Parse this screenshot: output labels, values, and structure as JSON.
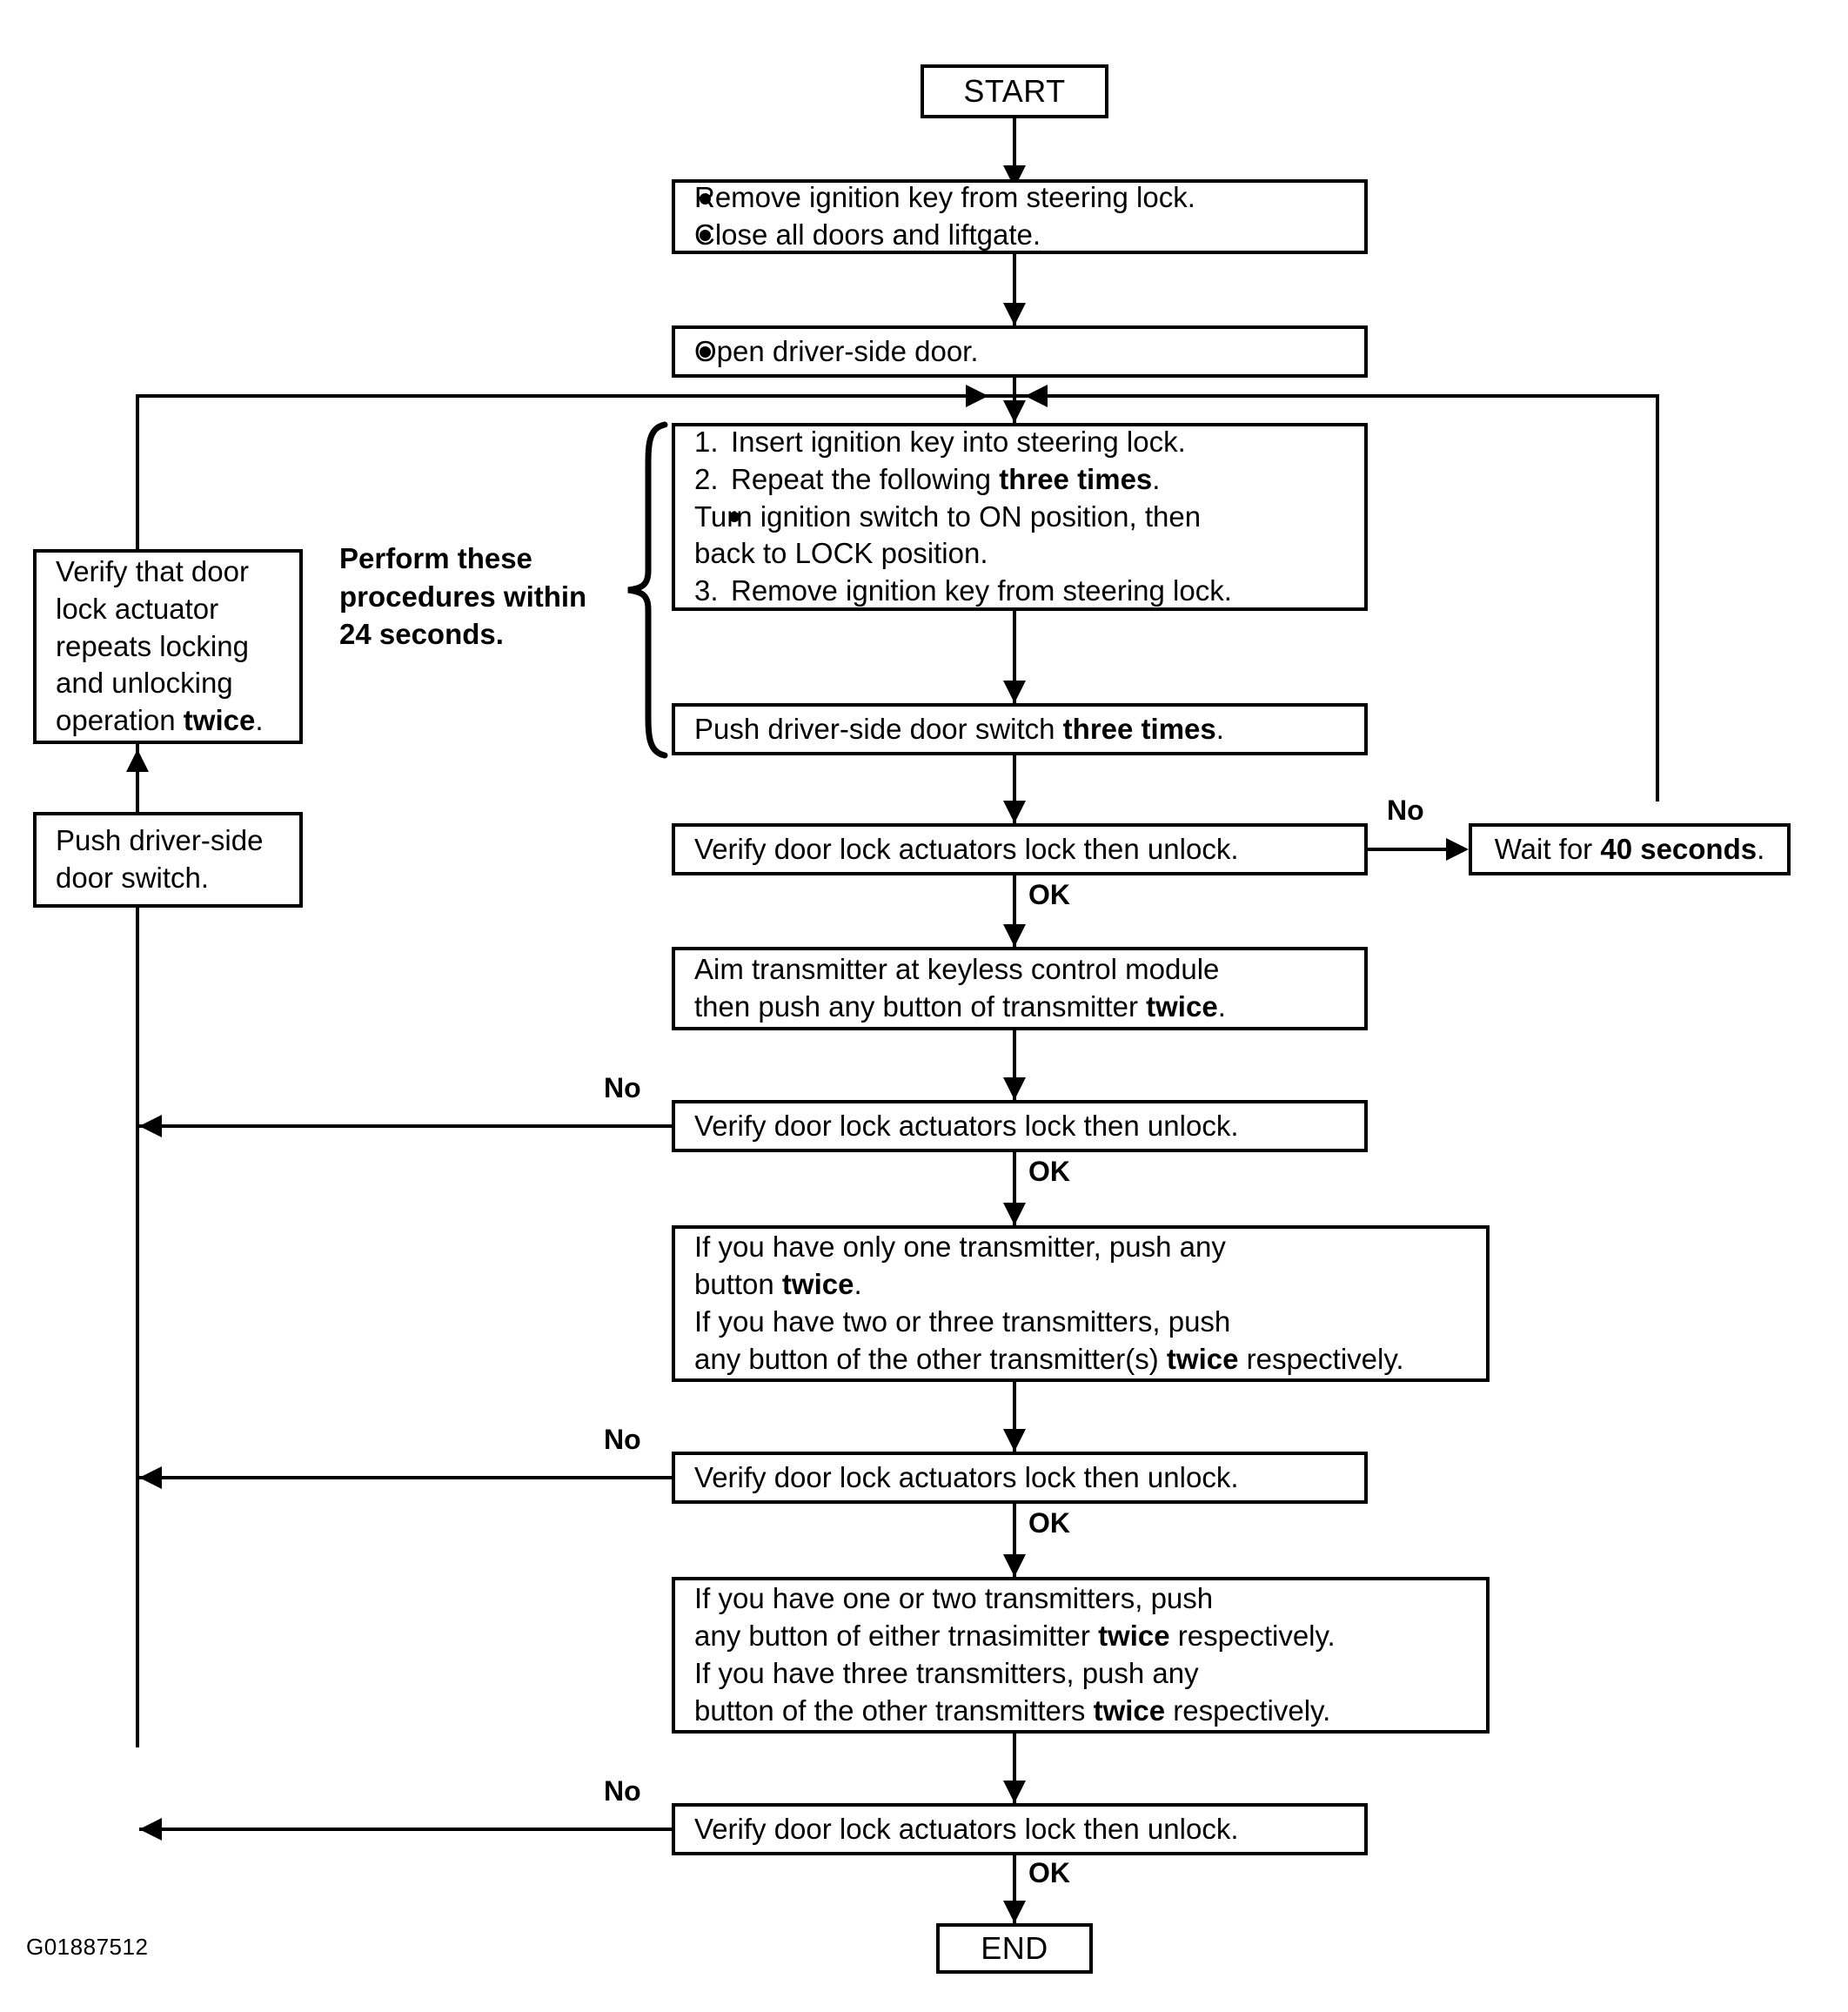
{
  "figure": {
    "id_label": "G01887512",
    "start_label": "START",
    "end_label": "END"
  },
  "note": {
    "line1": "Perform these",
    "line2": "procedures within",
    "line3": "24 seconds."
  },
  "edge_labels": {
    "ok": "OK",
    "no": "No"
  },
  "boxes": {
    "prep": {
      "line1": "Remove ignition key from steering lock.",
      "line2": "Close all doors and liftgate."
    },
    "open_door": {
      "line1": "Open driver-side door."
    },
    "procedure": {
      "item1_num": "1.",
      "item1_text": "Insert ignition key into steering lock.",
      "item2_num": "2.",
      "item2_text_a": "Repeat the following ",
      "item2_text_b": "three times",
      "item2_text_c": ".",
      "item2_sub_a": "Turn ignition switch to ON position, then",
      "item2_sub_b": "back to LOCK position.",
      "item3_num": "3.",
      "item3_text": "Remove ignition key from steering lock."
    },
    "push_switch_three": {
      "text_a": "Push driver-side door switch ",
      "text_b": "three times",
      "text_c": "."
    },
    "verify1": {
      "text": "Verify door lock actuators lock then unlock."
    },
    "wait40": {
      "text_a": "Wait for ",
      "text_b": "40 seconds",
      "text_c": "."
    },
    "aim_transmitter": {
      "line1": "Aim transmitter at keyless control module",
      "line2_a": "then push any button of transmitter ",
      "line2_b": "twice",
      "line2_c": "."
    },
    "verify2": {
      "text": "Verify door lock actuators lock then unlock."
    },
    "transmitters_a": {
      "line1": "If you have only one transmitter, push any",
      "line2_a": "button ",
      "line2_b": "twice",
      "line2_c": ".",
      "line3": "If you have two or three transmitters, push",
      "line4_a": "any button of the other transmitter(s) ",
      "line4_b": "twice",
      "line4_c": " respectively."
    },
    "verify3": {
      "text": "Verify door lock actuators lock then unlock."
    },
    "transmitters_b": {
      "line1": "If you have one or two transmitters, push",
      "line2_a": "any button of either trnasimitter ",
      "line2_b": "twice",
      "line2_c": " respectively.",
      "line3": "If you have three transmitters, push any",
      "line4_a": "button of the other transmitters ",
      "line4_b": "twice",
      "line4_c": " respectively."
    },
    "verify4": {
      "text": "Verify door lock actuators lock then unlock."
    },
    "verify_repeat": {
      "line1": "Verify that door",
      "line2": "lock actuator",
      "line3": "repeats locking",
      "line4": "and unlocking",
      "line5_a": "operation ",
      "line5_b": "twice",
      "line5_c": "."
    },
    "push_switch": {
      "line1": "Push driver-side",
      "line2": "door switch."
    }
  }
}
